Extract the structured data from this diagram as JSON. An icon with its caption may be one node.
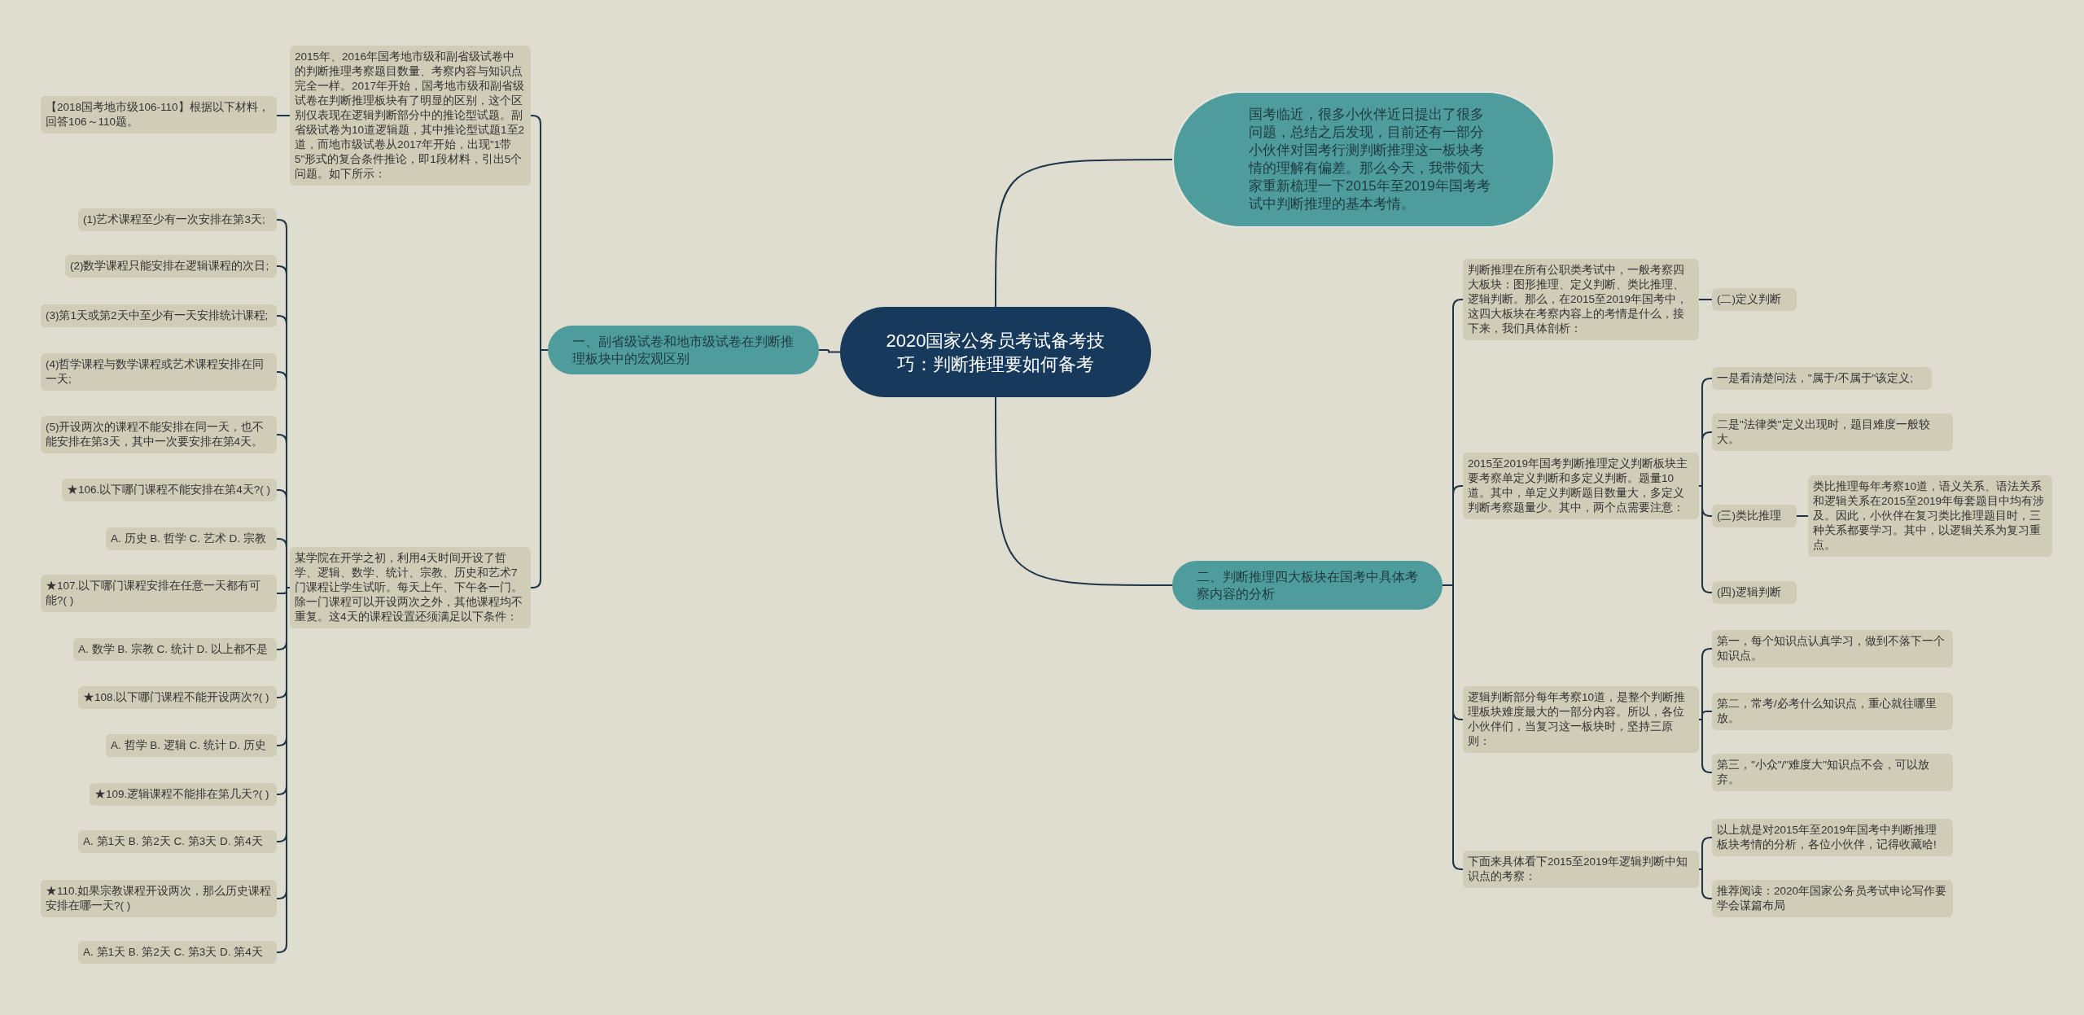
{
  "diagram": {
    "nodes": [
      {
        "text": [
          "2020国家公务员考试备考技巧：判断推理要如何备考"
        ]
      },
      {
        "text": [
          "国考临近，很多小伙伴近日提出了很多问题，总结之后发现，目前还有一部分小伙伴对国考行测判断推理这一板块考情的理解有偏差。那么今天，我带领大家重新梳理一下2015年至2019年国考考试中判断推理的基本考情。"
        ]
      },
      {
        "text": [
          "一、副省级试卷和地市级试卷在判断推理板块中的宏观区别"
        ]
      },
      {
        "text": [
          "2015年、2016年国考地市级和副省级试卷中的判断推理考察题目数量、考察内容与知识点完全一样。2017年开始，国考地市级和副省级试卷在判断推理板块有了明显的区别，这个区别仅表现在逻辑判断部分中的推论型试题。副省级试卷为10道逻辑题，其中推论型试题1至2道，而地市级试卷从2017年开始，出现\"1带5\"形式的复合条件推论，即1段材料，引出5个问题。如下所示："
        ]
      },
      {
        "text": [
          "【2018国考地市级106-110】根据以下材料，回答106～110题。"
        ]
      },
      {
        "text": [
          "某学院在开学之初，利用4天时间开设了哲学、逻辑、数学、统计、宗教、历史和艺术7门课程让学生试听。每天上午、下午各一门。除一门课程可以开设两次之外，其他课程均不重复。这4天的课程设置还须满足以下条件："
        ]
      },
      {
        "text": [
          "(1)艺术课程至少有一次安排在第3天;"
        ]
      },
      {
        "text": [
          "(2)数学课程只能安排在逻辑课程的次日;"
        ]
      },
      {
        "text": [
          "(3)第1天或第2天中至少有一天安排统计课程;"
        ]
      },
      {
        "text": [
          "(4)哲学课程与数学课程或艺术课程安排在同一天;"
        ]
      },
      {
        "text": [
          "(5)开设两次的课程不能安排在同一天，也不能安排在第3天，其中一次要安排在第4天。"
        ]
      },
      {
        "text": [
          "★106.以下哪门课程不能安排在第4天?( )"
        ]
      },
      {
        "text": [
          "A. 历史 B. 哲学 C. 艺术 D. 宗教"
        ]
      },
      {
        "text": [
          "★107.以下哪门课程安排在任意一天都有可能?( )"
        ]
      },
      {
        "text": [
          "A. 数学 B. 宗教 C. 统计 D. 以上都不是"
        ]
      },
      {
        "text": [
          "★108.以下哪门课程不能开设两次?( )"
        ]
      },
      {
        "text": [
          "A. 哲学 B. 逻辑 C. 统计 D. 历史"
        ]
      },
      {
        "text": [
          "★109.逻辑课程不能排在第几天?( )"
        ]
      },
      {
        "text": [
          "A. 第1天 B. 第2天 C. 第3天 D. 第4天"
        ]
      },
      {
        "text": [
          "★110.如果宗教课程开设两次，那么历史课程安排在哪一天?( )"
        ]
      },
      {
        "text": [
          "A. 第1天 B. 第2天 C. 第3天 D. 第4天"
        ]
      },
      {
        "text": [
          "二、判断推理四大板块在国考中具体考察内容的分析"
        ]
      },
      {
        "text": [
          "判断推理在所有公职类考试中，一般考察四大板块：图形推理、定义判断、类比推理、逻辑判断。那么，在2015至2019年国考中，这四大板块在考察内容上的考情是什么，接下来，我们具体剖析："
        ]
      },
      {
        "text": [
          "(二)定义判断"
        ]
      },
      {
        "text": [
          "2015至2019年国考判断推理定义判断板块主要考察单定义判断和多定义判断。题量10道。其中，单定义判断题目数量大，多定义判断考察题量少。其中，两个点需要注意："
        ]
      },
      {
        "text": [
          "一是看清楚问法，\"属于/不属于\"该定义;"
        ]
      },
      {
        "text": [
          "二是\"法律类\"定义出现时，题目难度一般较大。"
        ]
      },
      {
        "text": [
          "(三)类比推理"
        ]
      },
      {
        "text": [
          "类比推理每年考察10道，语义关系、语法关系和逻辑关系在2015至2019年每套题目中均有涉及。因此，小伙伴在复习类比推理题目时，三种关系都要学习。其中，以逻辑关系为复习重点。"
        ]
      },
      {
        "text": [
          "(四)逻辑判断"
        ]
      },
      {
        "text": [
          "逻辑判断部分每年考察10道，是整个判断推理板块难度最大的一部分内容。所以，各位小伙伴们，当复习这一板块时，坚持三原则："
        ]
      },
      {
        "text": [
          "第一，每个知识点认真学习，做到不落下一个知识点。"
        ]
      },
      {
        "text": [
          "第二，常考/必考什么知识点，重心就往哪里放。"
        ]
      },
      {
        "text": [
          "第三，\"小众\"/\"难度大\"知识点不会，可以放弃。"
        ]
      },
      {
        "text": [
          "下面来具体看下2015至2019年逻辑判断中知识点的考察："
        ]
      },
      {
        "text": [
          "以上就是对2015年至2019年国考中判断推理板块考情的分析，各位小伙伴，记得收藏哈!"
        ]
      },
      {
        "text": [
          "推荐阅读：2020年国家公务员考试申论写作要学会谋篇布局"
        ]
      }
    ],
    "edges": [
      {
        "from": 0,
        "to": 1,
        "arrow": "none"
      },
      {
        "from": 0,
        "to": 2,
        "arrow": "none"
      },
      {
        "from": 0,
        "to": 21,
        "arrow": "none"
      },
      {
        "from": 2,
        "to": 3,
        "arrow": "none"
      },
      {
        "from": 2,
        "to": 5,
        "arrow": "none"
      },
      {
        "from": 3,
        "to": 4,
        "arrow": "none"
      },
      {
        "from": 5,
        "to": 6,
        "arrow": "none"
      },
      {
        "from": 5,
        "to": 7,
        "arrow": "none"
      },
      {
        "from": 5,
        "to": 8,
        "arrow": "none"
      },
      {
        "from": 5,
        "to": 9,
        "arrow": "none"
      },
      {
        "from": 5,
        "to": 10,
        "arrow": "none"
      },
      {
        "from": 5,
        "to": 11,
        "arrow": "none"
      },
      {
        "from": 5,
        "to": 12,
        "arrow": "none"
      },
      {
        "from": 5,
        "to": 13,
        "arrow": "none"
      },
      {
        "from": 5,
        "to": 14,
        "arrow": "none"
      },
      {
        "from": 5,
        "to": 15,
        "arrow": "none"
      },
      {
        "from": 5,
        "to": 16,
        "arrow": "none"
      },
      {
        "from": 5,
        "to": 17,
        "arrow": "none"
      },
      {
        "from": 5,
        "to": 18,
        "arrow": "none"
      },
      {
        "from": 5,
        "to": 19,
        "arrow": "none"
      },
      {
        "from": 5,
        "to": 20,
        "arrow": "none"
      },
      {
        "from": 21,
        "to": 22,
        "arrow": "none"
      },
      {
        "from": 21,
        "to": 24,
        "arrow": "none"
      },
      {
        "from": 21,
        "to": 30,
        "arrow": "none"
      },
      {
        "from": 21,
        "to": 34,
        "arrow": "none"
      },
      {
        "from": 22,
        "to": 23,
        "arrow": "none"
      },
      {
        "from": 24,
        "to": 25,
        "arrow": "none"
      },
      {
        "from": 24,
        "to": 26,
        "arrow": "none"
      },
      {
        "from": 24,
        "to": 27,
        "arrow": "none"
      },
      {
        "from": 24,
        "to": 29,
        "arrow": "none"
      },
      {
        "from": 27,
        "to": 28,
        "arrow": "none"
      },
      {
        "from": 30,
        "to": 31,
        "arrow": "none"
      },
      {
        "from": 30,
        "to": 32,
        "arrow": "none"
      },
      {
        "from": 30,
        "to": 33,
        "arrow": "none"
      },
      {
        "from": 34,
        "to": 35,
        "arrow": "none"
      },
      {
        "from": 34,
        "to": 36,
        "arrow": "none"
      }
    ]
  }
}
